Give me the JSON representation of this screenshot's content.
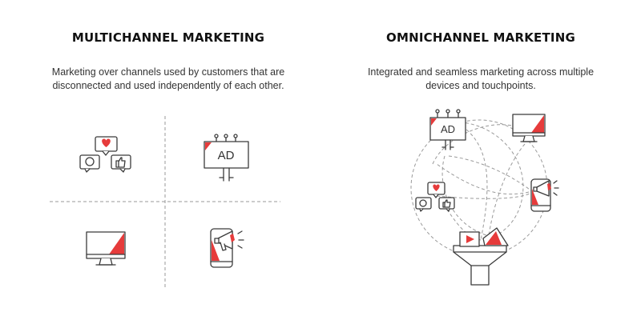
{
  "left": {
    "title": "MULTICHANNEL MARKETING",
    "description_line1": "Marketing over channels used by customers that are",
    "description_line2": "disconnected and used independently of each other."
  },
  "right": {
    "title": "OMNICHANNEL MARKETING",
    "description_line1": "Integrated and seamless marketing across multiple",
    "description_line2": "devices and touchpoints."
  },
  "billboard_text": "AD",
  "colors": {
    "accent": "#e63b3b",
    "line": "#3b3b3b",
    "dashed": "#9a9a9a"
  },
  "icons": [
    "social-media-icon",
    "billboard-icon",
    "monitor-icon",
    "mobile-megaphone-icon",
    "funnel-icon"
  ]
}
